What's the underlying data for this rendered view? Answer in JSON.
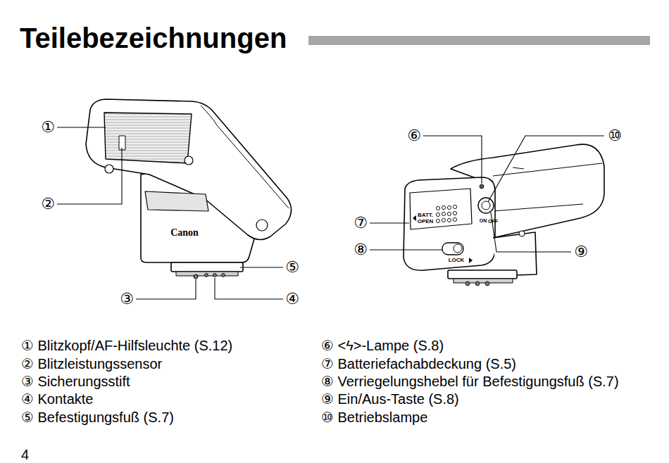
{
  "diagram": {
    "title": "Teilebezeichnungen",
    "labels": [
      "①",
      "②",
      "③",
      "④",
      "⑤",
      "⑥",
      "⑩",
      "⑦",
      "⑧",
      "⑨",
      "Canon",
      "BATT. OPEN",
      "ON",
      "OFF",
      "LOCK",
      "① Blitzkopf/AF-Hilfsleuchte (S.12)",
      "② Blitzleistungssensor",
      "③ Sicherungsstift",
      "④ Kontakte",
      "⑤ Befestigungsfuß (S.7)",
      "⑥ <ϟ>-Lampe (S.8)",
      "⑦ Batteriefachabdeckung (S.5)",
      "⑧ Verriegelungshebel für Befestigungsfuß (S.7)",
      "⑨ Ein/Aus-Taste (S.8)",
      "⑩ Betriebslampe",
      "4"
    ]
  }
}
